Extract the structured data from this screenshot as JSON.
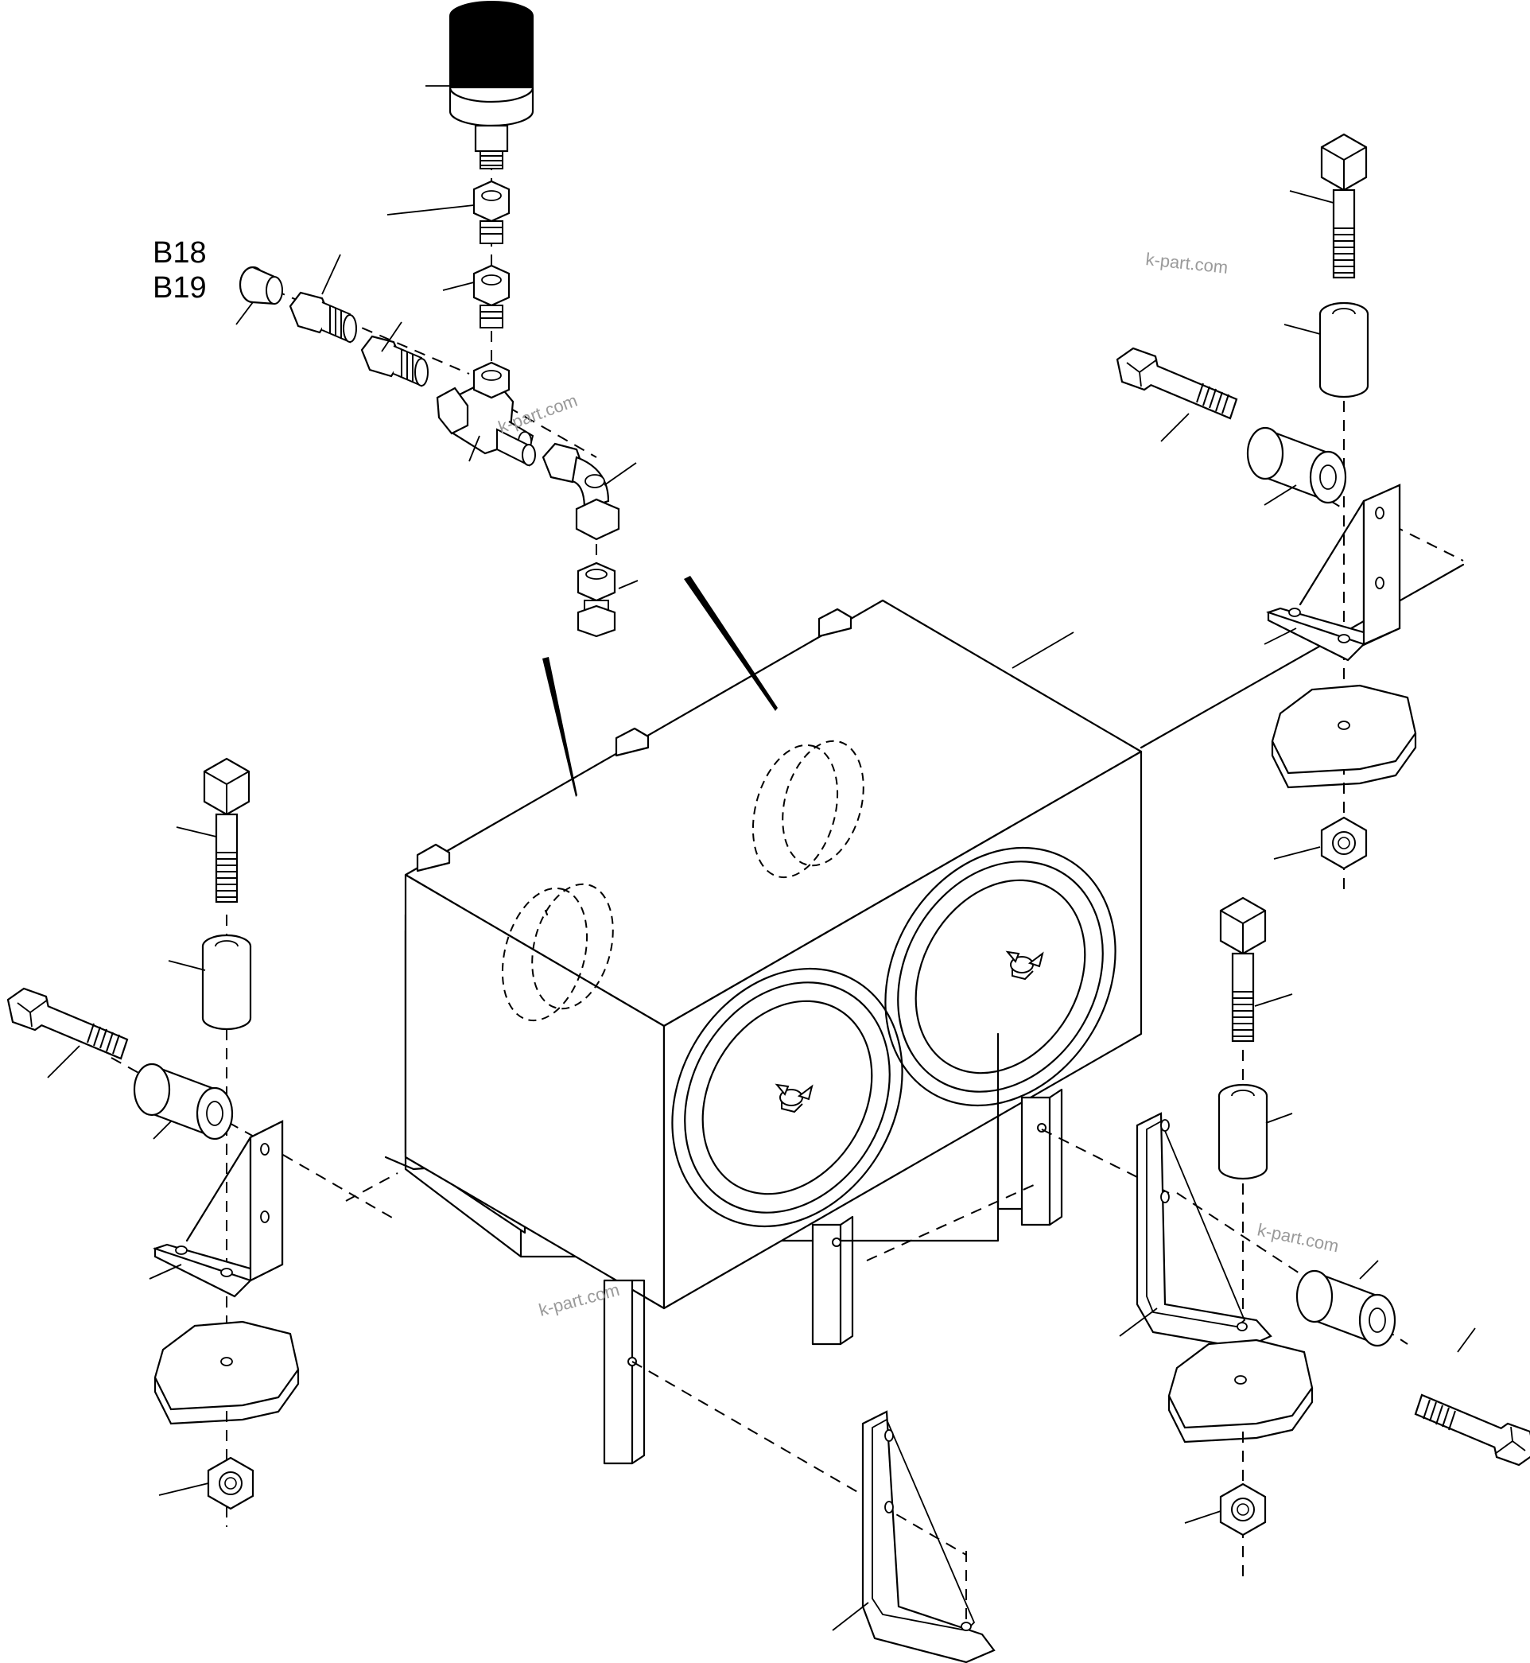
{
  "callouts": [
    "B18",
    "B19"
  ],
  "watermarks": [
    "k-part.com",
    "k-part.com",
    "k-part.com",
    "k-part.com"
  ],
  "colors": {
    "line": "#000000",
    "background": "#ffffff",
    "watermark": "#9a9a9a"
  }
}
